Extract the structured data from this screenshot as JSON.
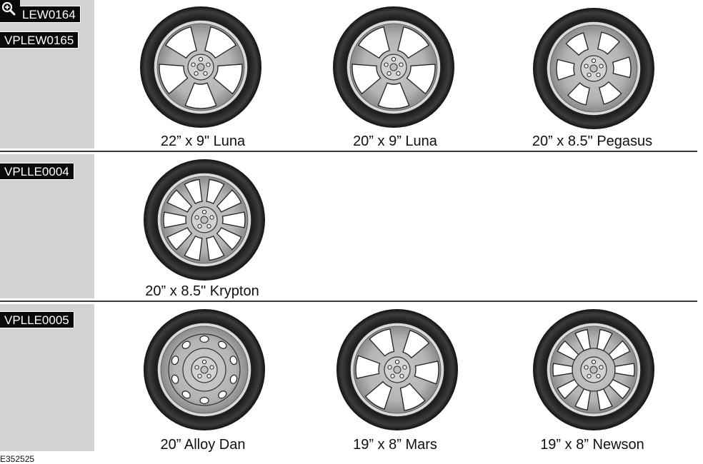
{
  "figure_id": "E352525",
  "zoom_icon": "magnifier-plus-icon",
  "rows": [
    {
      "codes": [
        "LEW0164",
        "VPLEW0165"
      ],
      "wheels": [
        {
          "caption": "22” x 9\" Luna",
          "style": "five-spoke-split"
        },
        {
          "caption": "20” x 9” Luna",
          "style": "five-spoke-split"
        },
        {
          "caption": "20” x 8.5\" Pegasus",
          "style": "six-window"
        }
      ]
    },
    {
      "codes": [
        "VPLLE0004"
      ],
      "wheels": [
        {
          "caption": "20” x 8.5\" Krypton",
          "style": "ten-spoke-y"
        }
      ]
    },
    {
      "codes": [
        "VPLLE0005"
      ],
      "wheels": [
        {
          "caption": "20” Alloy Dan",
          "style": "steel-holes"
        },
        {
          "caption": "19” x 8” Mars",
          "style": "six-spoke-wide"
        },
        {
          "caption": "19” x 8” Newson",
          "style": "ten-spoke-slot"
        }
      ]
    }
  ]
}
